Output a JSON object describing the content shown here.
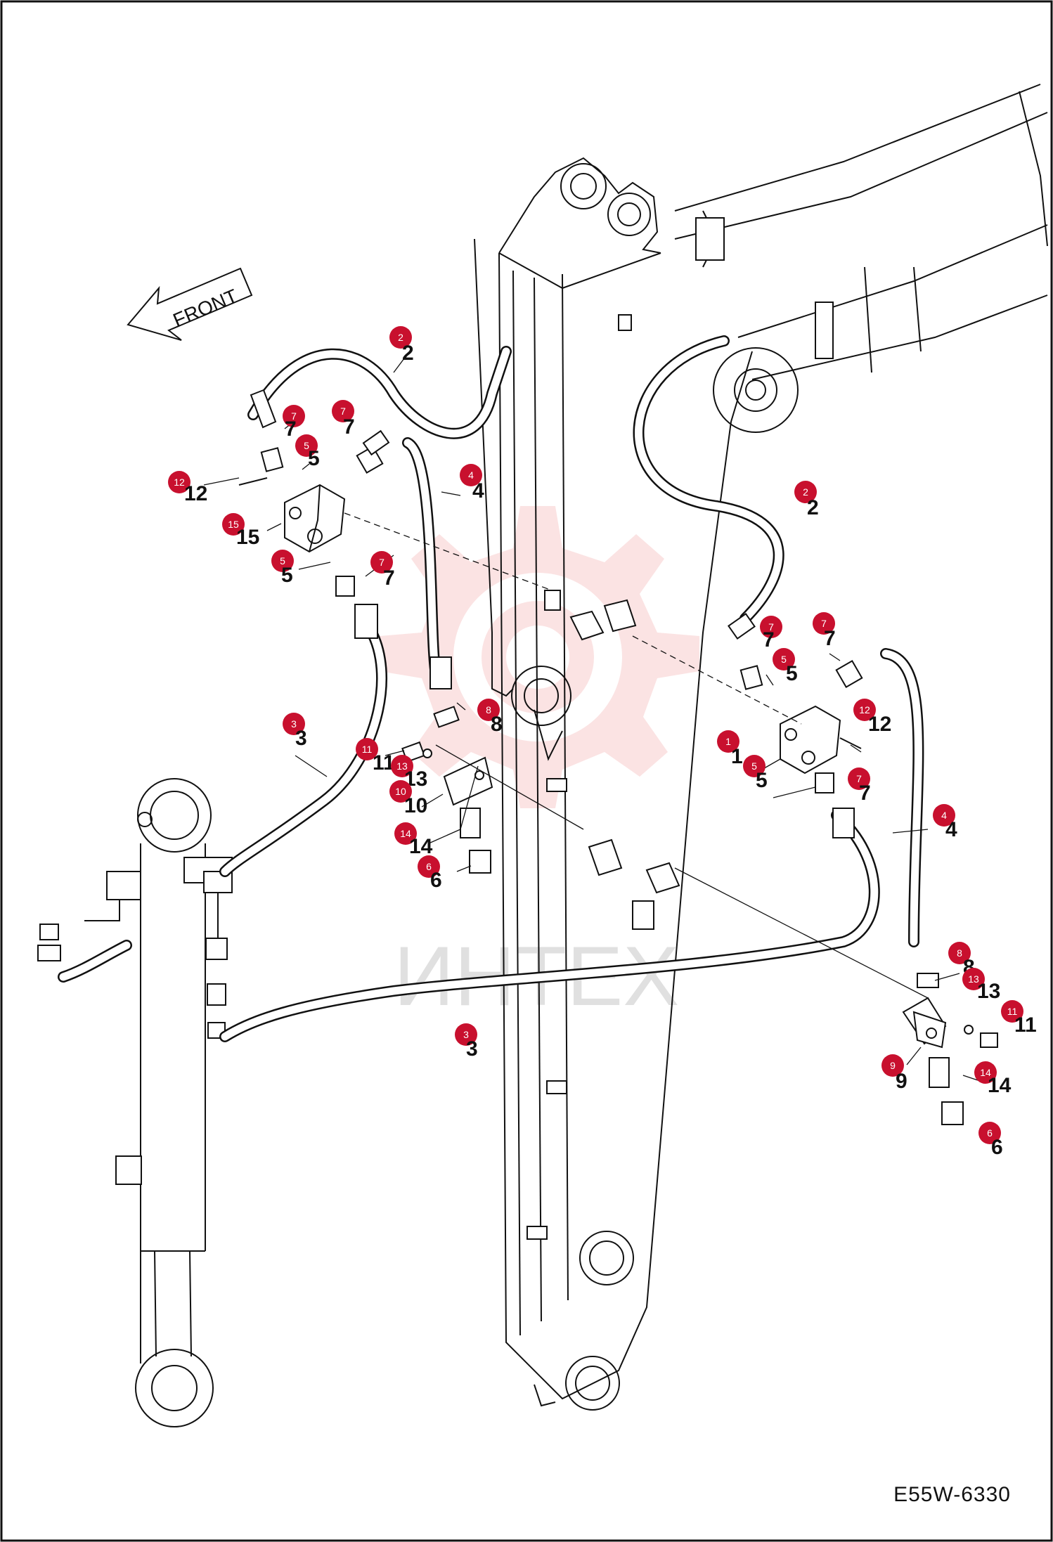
{
  "drawing": {
    "code": "E55W-6330",
    "direction_label": "FRONT",
    "watermark_text": "ИНТЕХ",
    "callout_color": "#c8102e",
    "watermark_color": "#f4b0b0"
  },
  "callouts": [
    {
      "id": "c1",
      "label": "2",
      "plain": "2"
    },
    {
      "id": "c2",
      "label": "7",
      "plain": "7"
    },
    {
      "id": "c3",
      "label": "7",
      "plain": "7"
    },
    {
      "id": "c4",
      "label": "5",
      "plain": "5"
    },
    {
      "id": "c5",
      "label": "12",
      "plain": "12"
    },
    {
      "id": "c6",
      "label": "4",
      "plain": "4"
    },
    {
      "id": "c7",
      "label": "15",
      "plain": "15"
    },
    {
      "id": "c8",
      "label": "5",
      "plain": "5"
    },
    {
      "id": "c9",
      "label": "7",
      "plain": "7"
    },
    {
      "id": "c10",
      "label": "3",
      "plain": "3"
    },
    {
      "id": "c11",
      "label": "11",
      "plain": "11"
    },
    {
      "id": "c12",
      "label": "13",
      "plain": "13"
    },
    {
      "id": "c13",
      "label": "10",
      "plain": "10"
    },
    {
      "id": "c14",
      "label": "8",
      "plain": "8"
    },
    {
      "id": "c15",
      "label": "14",
      "plain": "14"
    },
    {
      "id": "c16",
      "label": "6",
      "plain": "6"
    },
    {
      "id": "c17",
      "label": "2",
      "plain": "2"
    },
    {
      "id": "c18",
      "label": "7",
      "plain": "7"
    },
    {
      "id": "c19",
      "label": "7",
      "plain": "7"
    },
    {
      "id": "c20",
      "label": "5",
      "plain": "5"
    },
    {
      "id": "c21",
      "label": "12",
      "plain": "12"
    },
    {
      "id": "c22",
      "label": "1",
      "plain": "1"
    },
    {
      "id": "c23",
      "label": "5",
      "plain": "5"
    },
    {
      "id": "c24",
      "label": "7",
      "plain": "7"
    },
    {
      "id": "c25",
      "label": "4",
      "plain": "4"
    },
    {
      "id": "c26",
      "label": "3",
      "plain": "3"
    },
    {
      "id": "c27",
      "label": "8",
      "plain": "8"
    },
    {
      "id": "c28",
      "label": "13",
      "plain": "13"
    },
    {
      "id": "c29",
      "label": "11",
      "plain": "11"
    },
    {
      "id": "c30",
      "label": "9",
      "plain": "9"
    },
    {
      "id": "c31",
      "label": "14",
      "plain": "14"
    },
    {
      "id": "c32",
      "label": "6",
      "plain": "6"
    }
  ]
}
